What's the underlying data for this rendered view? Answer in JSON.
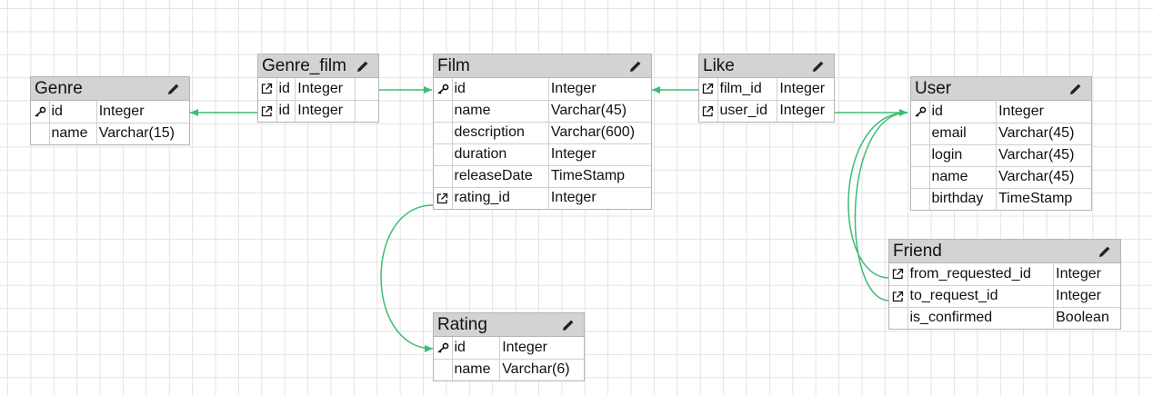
{
  "entities": {
    "genre": {
      "title": "Genre",
      "rows": [
        {
          "icon": "key-icon",
          "name": "id",
          "type": "Integer"
        },
        {
          "icon": "",
          "name": "name",
          "type": "Varchar(15)"
        }
      ]
    },
    "genre_film": {
      "title": "Genre_film",
      "rows": [
        {
          "icon": "foreign-key-icon",
          "name": "id",
          "type": "Integer"
        },
        {
          "icon": "foreign-key-icon",
          "name": "id",
          "type": "Integer"
        }
      ]
    },
    "film": {
      "title": "Film",
      "rows": [
        {
          "icon": "key-icon",
          "name": "id",
          "type": "Integer"
        },
        {
          "icon": "",
          "name": "name",
          "type": "Varchar(45)"
        },
        {
          "icon": "",
          "name": "description",
          "type": "Varchar(600)"
        },
        {
          "icon": "",
          "name": "duration",
          "type": "Integer"
        },
        {
          "icon": "",
          "name": "releaseDate",
          "type": "TimeStamp"
        },
        {
          "icon": "foreign-key-icon",
          "name": "rating_id",
          "type": "Integer"
        }
      ]
    },
    "like": {
      "title": "Like",
      "rows": [
        {
          "icon": "foreign-key-icon",
          "name": "film_id",
          "type": "Integer"
        },
        {
          "icon": "foreign-key-icon",
          "name": "user_id",
          "type": "Integer"
        }
      ]
    },
    "user": {
      "title": "User",
      "rows": [
        {
          "icon": "key-icon",
          "name": "id",
          "type": "Integer"
        },
        {
          "icon": "",
          "name": "email",
          "type": "Varchar(45)"
        },
        {
          "icon": "",
          "name": "login",
          "type": "Varchar(45)"
        },
        {
          "icon": "",
          "name": "name",
          "type": "Varchar(45)"
        },
        {
          "icon": "",
          "name": "birthday",
          "type": "TimeStamp"
        }
      ]
    },
    "friend": {
      "title": "Friend",
      "rows": [
        {
          "icon": "foreign-key-icon",
          "name": "from_requested_id",
          "type": "Integer"
        },
        {
          "icon": "foreign-key-icon",
          "name": "to_request_id",
          "type": "Integer"
        },
        {
          "icon": "",
          "name": "is_confirmed",
          "type": "Boolean"
        }
      ]
    },
    "rating": {
      "title": "Rating",
      "rows": [
        {
          "icon": "key-icon",
          "name": "id",
          "type": "Integer"
        },
        {
          "icon": "",
          "name": "name",
          "type": "Varchar(6)"
        }
      ]
    }
  },
  "relations": [
    {
      "from": "genre_film.1",
      "to": "genre.0"
    },
    {
      "from": "genre_film.0",
      "to": "film.0"
    },
    {
      "from": "like.0",
      "to": "film.0"
    },
    {
      "from": "like.1",
      "to": "user.0"
    },
    {
      "from": "film.5",
      "to": "rating.0"
    },
    {
      "from": "friend.0",
      "to": "user.0"
    },
    {
      "from": "friend.1",
      "to": "user.0"
    }
  ],
  "colors": {
    "connector": "#3dbd73",
    "header": "#d3d3d3",
    "border": "#b5b5b5"
  }
}
